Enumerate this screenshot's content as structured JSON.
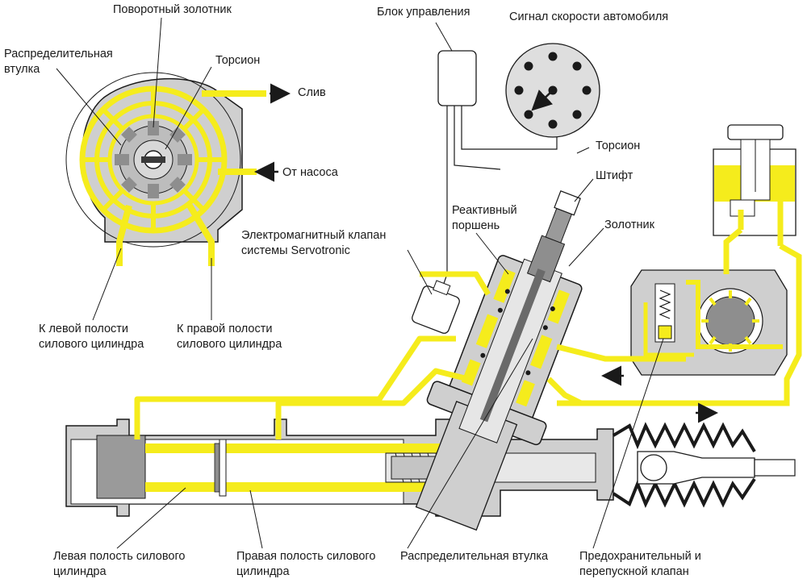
{
  "colors": {
    "oil": "#f5ec1c",
    "housing": "#cfcfcf",
    "housing_dark": "#8e8e8e",
    "outline": "#1a1a1a",
    "background": "#ffffff"
  },
  "labels": {
    "rotary_spool": "Поворотный золотник",
    "distribution_sleeve_top": "Распределительная\nвтулка",
    "torsion_top": "Торсион",
    "drain": "Слив",
    "from_pump": "От насоса",
    "left_chamber_top": "К левой полости\nсилового цилиндра",
    "right_chamber_top": "К правой полости\nсилового цилиндра",
    "control_unit": "Блок управления",
    "speed_signal": "Сигнал скорости автомобиля",
    "torsion_right": "Торсион",
    "pin": "Штифт",
    "reactive_piston": "Реактивный\nпоршень",
    "spool": "Золотник",
    "solenoid_valve": "Электромагнитный клапан\nсистемы Servotronic",
    "left_chamber_bottom": "Левая полость силового\nцилиндра",
    "right_chamber_bottom": "Правая полость силового\nцилиндра",
    "distribution_sleeve_bottom": "Распределительная втулка",
    "relief_valve": "Предохранительный и\nперепускной клапан"
  },
  "icons": {
    "drain_arrow": "arrow-right-icon",
    "pump_arrow": "arrow-left-icon",
    "flow_left_arrow": "arrow-left-icon",
    "flow_right_arrow": "arrow-right-icon"
  }
}
